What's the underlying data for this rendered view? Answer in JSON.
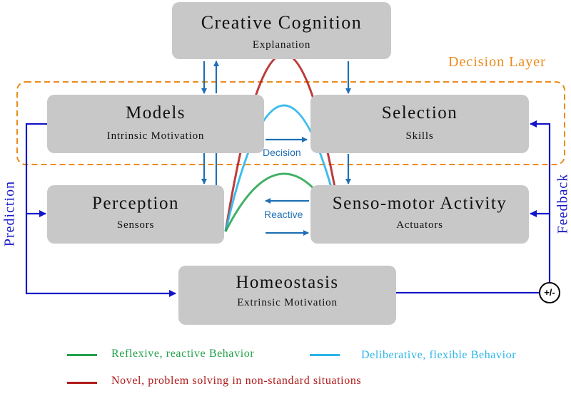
{
  "boxes": {
    "creative": {
      "title": "Creative Cognition",
      "sub": "Explanation"
    },
    "models": {
      "title": "Models",
      "sub": "Intrinsic Motivation"
    },
    "selection": {
      "title": "Selection",
      "sub": "Skills"
    },
    "perception": {
      "title": "Perception",
      "sub": "Sensors"
    },
    "sensomotor": {
      "title": "Senso-motor Activity",
      "sub": "Actuators"
    },
    "homeostasis": {
      "title": "Homeostasis",
      "sub": "Extrinsic Motivation"
    }
  },
  "labels": {
    "decision_layer": "Decision Layer",
    "decision": "Decision",
    "reactive": "Reactive",
    "prediction": "Prediction",
    "feedback": "Feedback",
    "plus_minus": "+/-"
  },
  "legend": [
    {
      "text": "Reflexive, reactive Behavior",
      "color": "#22a24a"
    },
    {
      "text": "Deliberative, flexible Behavior",
      "color": "#29b5e8"
    },
    {
      "text": "Novel, problem solving in non-standard situations",
      "color": "#b01a1a"
    }
  ],
  "colors": {
    "box_fill": "#c8c8c8",
    "decision_layer": "#ec8a1c",
    "arrow": "#1f6fb5",
    "loop": "#1414c8",
    "reflexive": "#22a24a",
    "deliberative": "#29b5e8",
    "novel": "#b01a1a"
  }
}
